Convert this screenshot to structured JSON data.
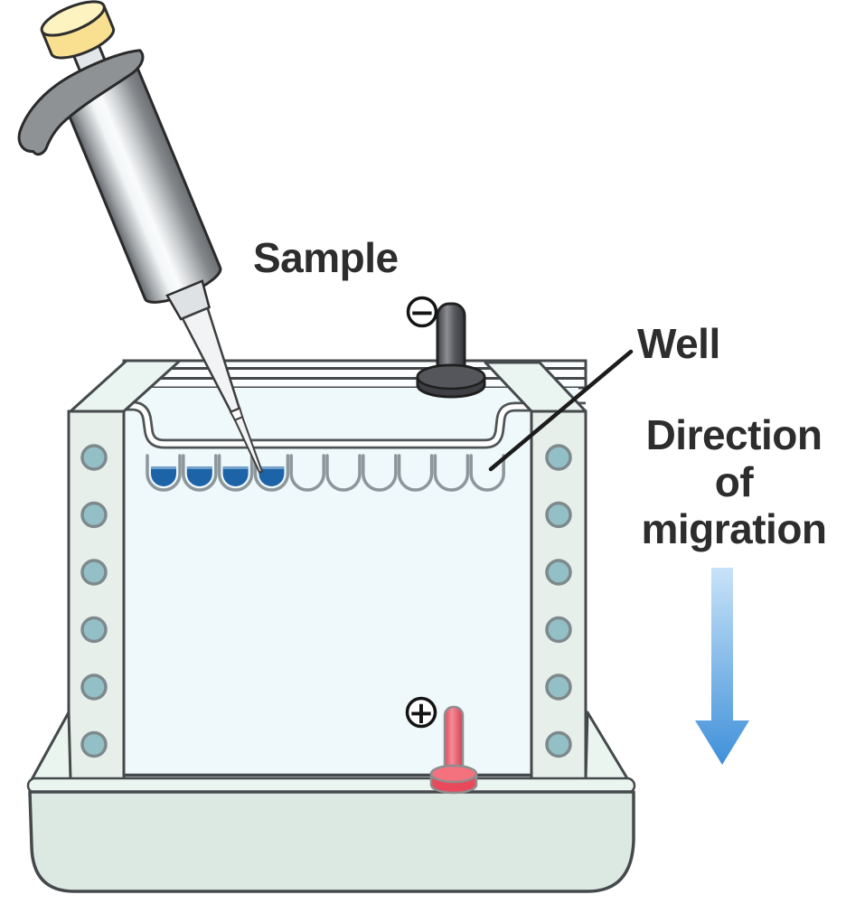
{
  "figure": {
    "type": "gel-electrophoresis-loading-diagram",
    "background": "#ffffff"
  },
  "labels": {
    "sample": "Sample",
    "well": "Well",
    "direction": [
      "Direction",
      "of",
      "migration"
    ]
  },
  "electrodes": {
    "negative": {
      "symbol": "−",
      "post_color": "#55565B",
      "base_color": "#3E3F44"
    },
    "positive": {
      "symbol": "+",
      "post_color": "#F0596A",
      "base_color": "#E84A5C",
      "base_top_color": "#F4717E"
    }
  },
  "gel": {
    "wells_total": 10,
    "wells_filled": 4,
    "sample_color": "#1D63A8",
    "sample_highlight": "#7FA9CF",
    "well_outline": "#8C979B",
    "gel_color": "#EFF8FA",
    "band_color": "#FBFDFE"
  },
  "apparatus": {
    "frame_color": "#E7EFEA",
    "flap_color": "#EAF4F0",
    "hole_color": "#93C0C6",
    "hole_outline": "#7E898C",
    "tray_color": "#DCE9E3",
    "rim_color": "#EBF5F0",
    "shadow_color": "#98A1A4",
    "outline_color": "#45494C"
  },
  "pipette": {
    "cap_top_color": "#FDF3C0",
    "cap_side_color": "#F9E091",
    "stem_color": "#E3E6E8",
    "flange_color": "#8E9295",
    "collar_color": "#DFE2E4",
    "tip_color": "#F1F3F4"
  },
  "migration_arrow": {
    "direction": "down",
    "color_top": "#C8E3F8",
    "color_bottom": "#3F90D9"
  }
}
